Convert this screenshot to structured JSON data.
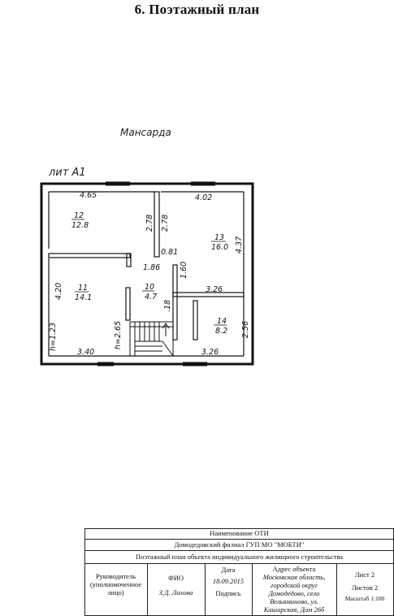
{
  "header": {
    "title": "6. Поэтажный план"
  },
  "plan": {
    "floor_label": "Мансарда",
    "lit_label": "лит А1",
    "rooms": [
      {
        "number": "12",
        "area": "12.8"
      },
      {
        "number": "13",
        "area": "16.0"
      },
      {
        "number": "11",
        "area": "14.1"
      },
      {
        "number": "10",
        "area": "4.7"
      },
      {
        "number": "14",
        "area": "8.2"
      }
    ],
    "dimensions": {
      "top_left": "4.65",
      "top_right": "4.02",
      "mid_left_v1": "2.78",
      "mid_left_v2": "2.78",
      "right_v": "4.37",
      "corridor_h": "0.81",
      "corridor_w": "1.86",
      "corridor_v": "1.60",
      "left_v": "4.20",
      "hall_v": ".18",
      "right_mid_h": "3.26",
      "bottom_right_v": "2.56",
      "height_left": "h=1.23",
      "height_right": "h=2.65",
      "bottom_left": "3.40",
      "bottom_right": "3.26"
    }
  },
  "stamp": {
    "name_label": "Наименование ОТИ",
    "org": "Домодедовский филиал ГУП МО \"МОБТИ\"",
    "doc_title": "Поэтажный план объекта индивидуального жилищного строительства",
    "role_label_1": "Руководитель",
    "role_label_2": "(уполномоченное",
    "role_label_3": "лицо)",
    "fio_label": "ФИО",
    "fio_value": "З.Д. Лахова",
    "date_label": "Дата",
    "date_value": "18.09.2015",
    "signature_label": "Подпись",
    "address_label": "Адрес объекта",
    "address_1": "Московская область,",
    "address_2": "городской округ",
    "address_3": "Домодедово, село",
    "address_4": "Вельяминово, ул.",
    "address_5": "Каширская, Дом 26б",
    "sheet_label": "Лист 2",
    "sheets_label": "Листов 2",
    "scale_label": "Масштаб 1:100"
  }
}
